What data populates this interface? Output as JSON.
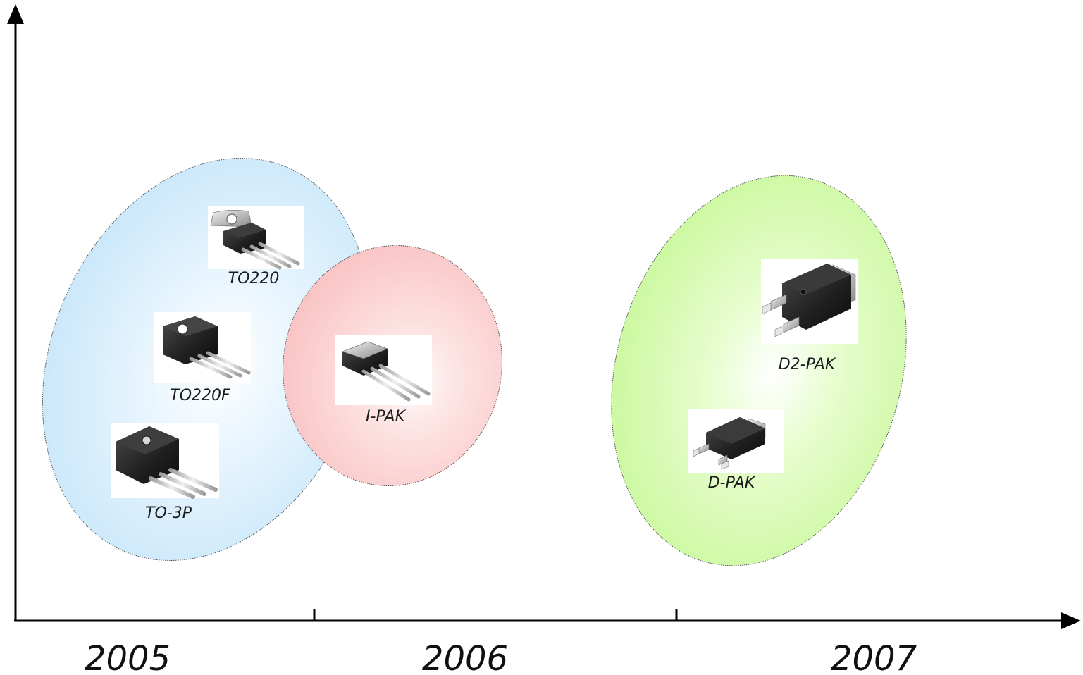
{
  "timeline": {
    "years": [
      {
        "label": "2005"
      },
      {
        "label": "2006"
      },
      {
        "label": "2007"
      }
    ]
  },
  "groups": [
    {
      "year": "2005",
      "color": "#cde9fb",
      "packages": [
        {
          "label": "TO220",
          "icon": "to220-package-icon"
        },
        {
          "label": "TO220F",
          "icon": "to220f-package-icon"
        },
        {
          "label": "TO-3P",
          "icon": "to3p-package-icon"
        }
      ]
    },
    {
      "year": "2006",
      "color": "#fcc9c9",
      "packages": [
        {
          "label": "I-PAK",
          "icon": "ipak-package-icon"
        }
      ]
    },
    {
      "year": "2007",
      "color": "#cdf9a0",
      "packages": [
        {
          "label": "D2-PAK",
          "icon": "d2pak-package-icon"
        },
        {
          "label": "D-PAK",
          "icon": "dpak-package-icon"
        }
      ]
    }
  ]
}
